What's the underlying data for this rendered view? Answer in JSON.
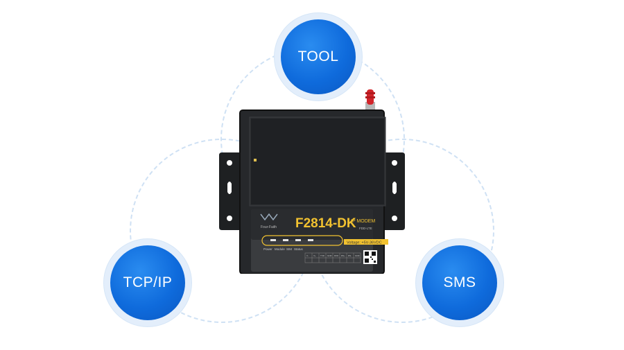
{
  "features": [
    {
      "label": "TOOL"
    },
    {
      "label": "TCP/IP"
    },
    {
      "label": "SMS"
    }
  ],
  "device": {
    "brand": "Four-Faith",
    "model": "F2814-DK",
    "type": "IP MODEM",
    "network": "FDD-LTE",
    "voltage": "Voltage: +5V-36VDC",
    "indicators": [
      "Power",
      "Module",
      "SIM",
      "Status"
    ],
    "terminals": [
      "V-",
      "V+",
      "TXD",
      "GND",
      "RXD",
      "RS+",
      "RS-",
      "GND"
    ],
    "colors": {
      "accent_yellow": "#f2c230",
      "bubble_blue": "#0f6bdc",
      "antenna_red": "#d2242a"
    }
  }
}
